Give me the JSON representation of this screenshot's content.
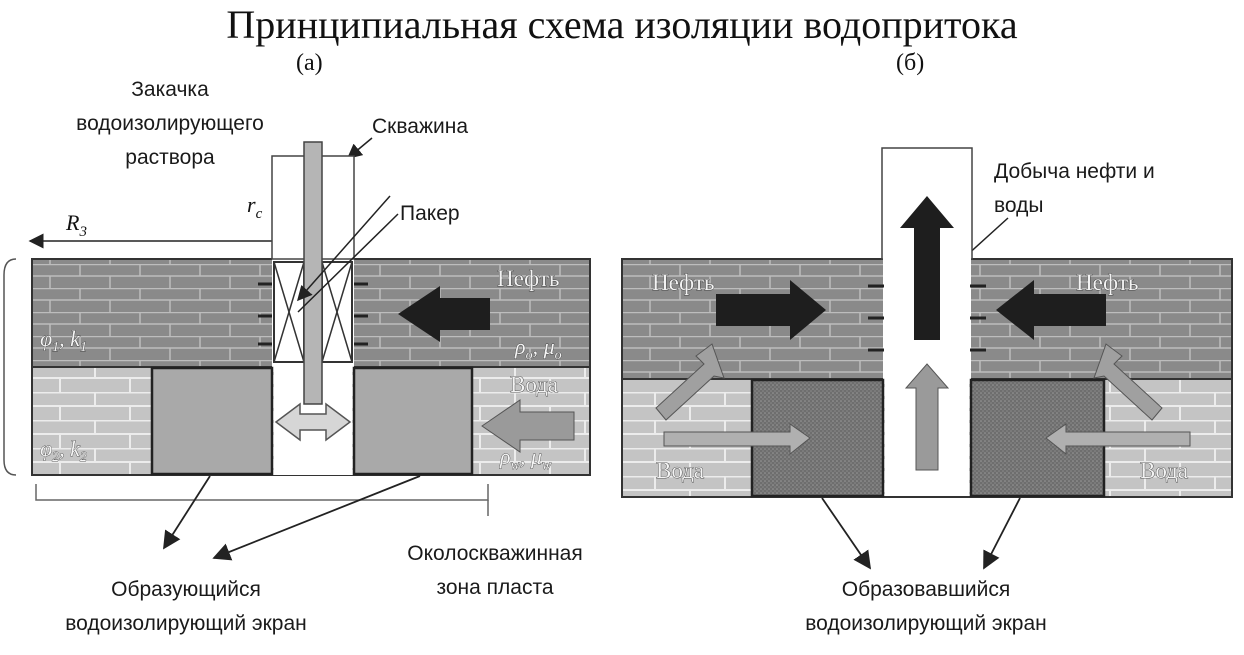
{
  "title": "Принципиальная схема изоляции водопритока",
  "panel_a": {
    "label": "(а)",
    "injection": [
      "Закачка",
      "водоизолирующего",
      "раствора"
    ],
    "well": "Скважина",
    "packer": "Пакер",
    "radius_well": "r",
    "radius_well_sub": "c",
    "radius_zone": "R",
    "radius_zone_sub": "3",
    "oil": "Нефть",
    "water": "Вода",
    "phi1": "φ",
    "phi1_sub": "1",
    "k1": "k",
    "k1_sub": "1",
    "phi2": "φ",
    "phi2_sub": "2",
    "k2": "k",
    "k2_sub": "2",
    "rho_o": "ρ",
    "rho_o_sub": "o",
    "mu_o": "μ",
    "mu_o_sub": "o",
    "rho_w": "ρ",
    "rho_w_sub": "w",
    "mu_w": "μ",
    "mu_w_sub": "w",
    "screen": [
      "Образующийся",
      "водоизолирующий экран"
    ],
    "zone": [
      "Околоскважинная",
      "зона пласта"
    ]
  },
  "panel_b": {
    "label": "(б)",
    "production": [
      "Добыча нефти и",
      "воды"
    ],
    "oil_left": "Нефть",
    "oil_right": "Нефть",
    "water_left": "Вода",
    "water_right": "Вода",
    "screen": [
      "Образовавшийся",
      "водоизолирующий экран"
    ]
  },
  "colors": {
    "oil_layer": "#8a8a8a",
    "water_layer": "#c4c4c4",
    "screen": "#a9a9a9",
    "screen_dotted": "#6e6e6e",
    "dark_arrow": "#1e1e1e",
    "light_arrow": "#9a9a9a"
  }
}
